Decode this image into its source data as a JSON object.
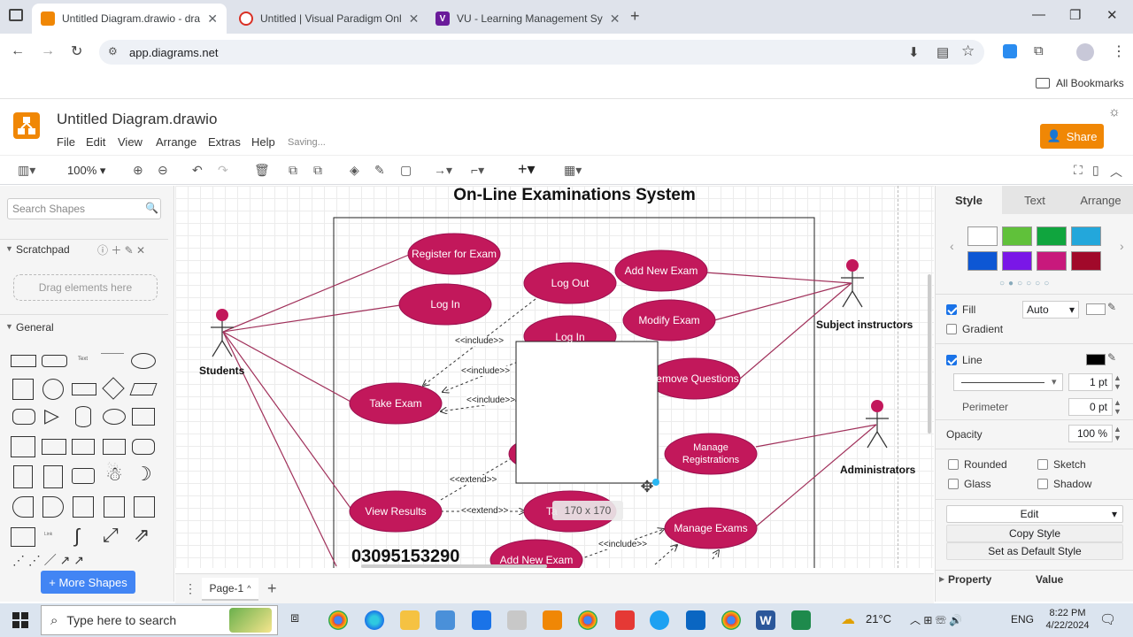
{
  "browser": {
    "tabs": [
      {
        "title": "Untitled Diagram.drawio - dra",
        "active": true,
        "color": "#f08705"
      },
      {
        "title": "Untitled | Visual Paradigm Onl",
        "active": false,
        "color": "#d93025"
      },
      {
        "title": "VU - Learning Management Sy",
        "active": false,
        "color": "#6a1b9a"
      }
    ],
    "url": "app.diagrams.net",
    "bookmarks_label": "All Bookmarks"
  },
  "app": {
    "filename": "Untitled Diagram.drawio",
    "menu": [
      "File",
      "Edit",
      "View",
      "Arrange",
      "Extras",
      "Help"
    ],
    "status": "Saving...",
    "share_label": "Share",
    "zoom": "100%"
  },
  "left_panel": {
    "search_placeholder": "Search Shapes",
    "scratchpad_label": "Scratchpad",
    "drag_hint": "Drag elements here",
    "general_label": "General",
    "more_shapes_label": "+ More Shapes"
  },
  "diagram": {
    "title": "On-Line Examinations System",
    "actors": [
      "Students",
      "Subject instructors",
      "Administrators"
    ],
    "use_cases": [
      "Register for Exam",
      "Log In",
      "Log Out",
      "Add New Exam",
      "Modify Exam",
      "Log In",
      "emove Questions",
      "Take Exam",
      "Manage Registrations",
      "View Results",
      "Ta",
      "Manage Exams",
      "Add New Exam"
    ],
    "relations": [
      "<<include>>",
      "<<include>>",
      "<<include>>",
      "<<extend>>",
      "<<extend>>",
      "<<include>>"
    ],
    "phone": "03095153290",
    "size_tooltip": "170 x 170"
  },
  "right_panel": {
    "tabs": [
      "Style",
      "Text",
      "Arrange"
    ],
    "swatches": [
      "#ffffff",
      "#60c13a",
      "#10a53e",
      "#23a7db",
      "#0d57d4",
      "#7a17e7",
      "#c8197c",
      "#a1092a"
    ],
    "fill_label": "Fill",
    "fill_value": "Auto",
    "gradient_label": "Gradient",
    "line_label": "Line",
    "line_width": "1 pt",
    "perimeter_label": "Perimeter",
    "perimeter_value": "0 pt",
    "opacity_label": "Opacity",
    "opacity_value": "100 %",
    "options": [
      "Rounded",
      "Sketch",
      "Glass",
      "Shadow"
    ],
    "edit_label": "Edit",
    "copy_style_label": "Copy Style",
    "default_style_label": "Set as Default Style",
    "property_label": "Property",
    "value_label": "Value"
  },
  "page": {
    "name": "Page-1"
  },
  "taskbar": {
    "search_placeholder": "Type here to search",
    "temperature": "21°C",
    "language": "ENG",
    "time": "8:22 PM",
    "date": "4/22/2024"
  },
  "colors": {
    "usecase": "#c2185b",
    "connector": "#a0305a",
    "accent": "#f08705"
  }
}
